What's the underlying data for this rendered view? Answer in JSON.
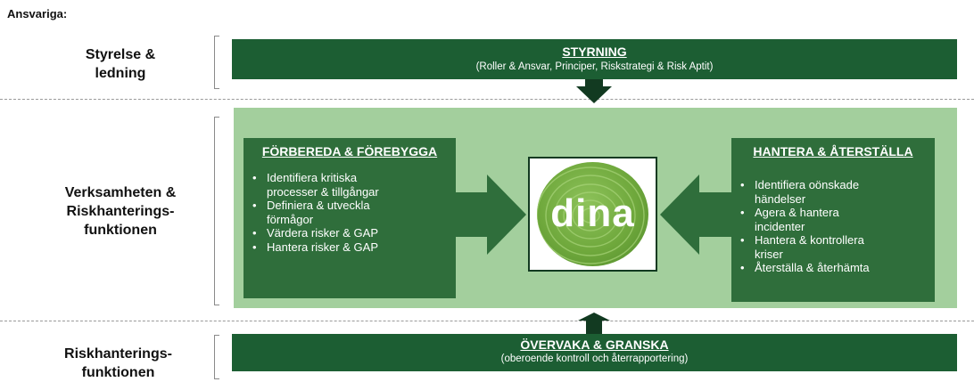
{
  "heading": "Ansvariga:",
  "rows": {
    "top_label": [
      "Styrelse &",
      "ledning"
    ],
    "middle_label": [
      "Verksamheten &",
      "Riskhanterings-",
      "funktionen"
    ],
    "bottom_label": [
      "Riskhanterings-",
      "funktionen"
    ]
  },
  "styrning": {
    "title": "STYRNING",
    "subtitle": "(Roller & Ansvar, Principer, Riskstrategi & Risk Aptit)"
  },
  "forbereda": {
    "title": "FÖRBEREDA & FÖREBYGGA",
    "items": [
      [
        "Identifiera kritiska",
        "processer & tillgångar"
      ],
      [
        "Definiera & utveckla",
        "förmågor"
      ],
      [
        "Värdera risker & GAP"
      ],
      [
        "Hantera risker & GAP"
      ]
    ]
  },
  "hantera": {
    "title": "HANTERA & ÅTERSTÄLLA",
    "items": [
      [
        "Identifiera oönskade",
        "händelser"
      ],
      [
        "Agera & hantera",
        "incidenter"
      ],
      [
        "Hantera & kontrollera",
        "kriser"
      ],
      [
        "Återställa & återhämta"
      ]
    ]
  },
  "logo": {
    "text": "dina"
  },
  "overvaka": {
    "title": "ÖVERVAKA & GRANSKA",
    "subtitle": "(oberoende kontroll och återrapportering)"
  },
  "colors": {
    "dark_green": "#1c5e33",
    "box_green": "#2f6e3b",
    "panel_green": "#a3cf9d",
    "logo_green": "#6fa83c"
  }
}
